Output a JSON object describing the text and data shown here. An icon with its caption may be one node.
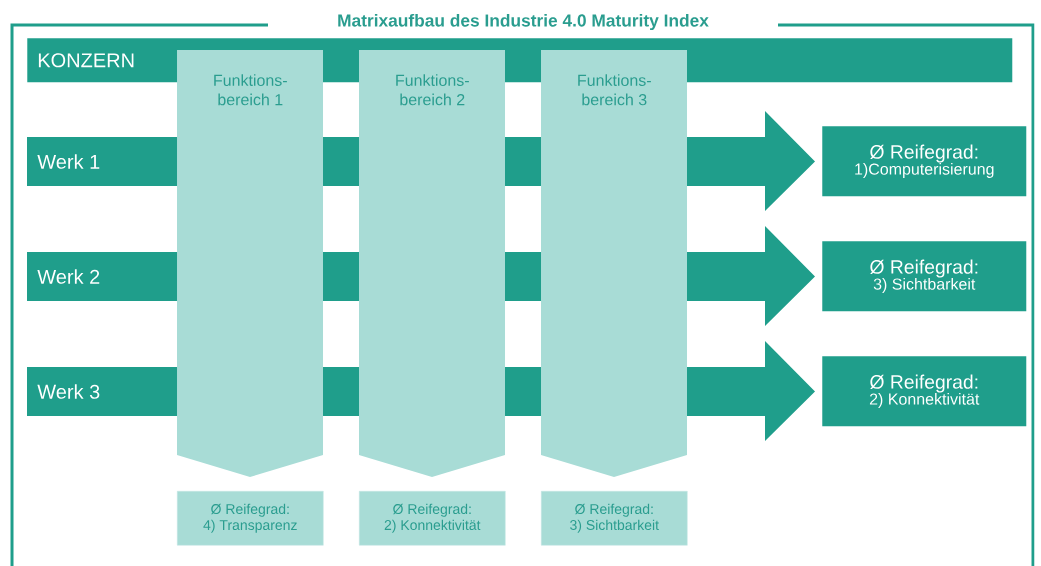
{
  "diagram": {
    "title": "Matrixaufbau des Industrie 4.0 Maturity Index",
    "nodes": [
      {
        "text": [
          "KONZERN"
        ]
      },
      {
        "text": [
          "Funktions- bereich 1"
        ]
      },
      {
        "text": [
          "Funktions- bereich 2"
        ]
      },
      {
        "text": [
          "Funktions- bereich 3"
        ]
      },
      {
        "text": [
          "Werk 1"
        ]
      },
      {
        "text": [
          "Ø Reifegrad:",
          "1)Computerisierung"
        ]
      },
      {
        "text": [
          "Werk 2"
        ]
      },
      {
        "text": [
          "Ø Reifegrad:",
          "3) Sichtbarkeit"
        ]
      },
      {
        "text": [
          "Werk 3"
        ]
      },
      {
        "text": [
          "Ø Reifegrad:",
          "2) Konnektivität"
        ]
      },
      {
        "text": [
          "Ø Reifegrad:",
          "4) Transparenz"
        ]
      },
      {
        "text": [
          "Ø Reifegrad:",
          "2) Konnektivität"
        ]
      },
      {
        "text": [
          "Ø Reifegrad:",
          "3) Sichtbarkeit"
        ]
      }
    ]
  }
}
